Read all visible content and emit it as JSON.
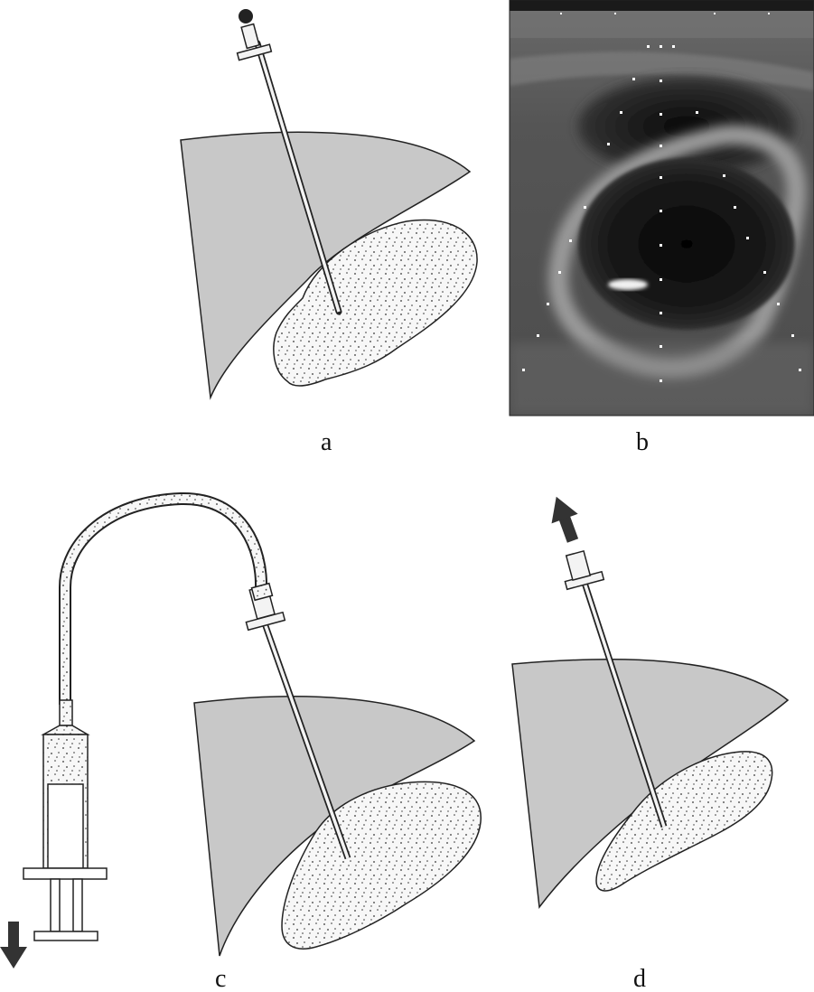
{
  "figure": {
    "panels": [
      {
        "id": "a",
        "label": "a"
      },
      {
        "id": "b",
        "label": "b"
      },
      {
        "id": "c",
        "label": "c"
      },
      {
        "id": "d",
        "label": "d"
      }
    ]
  },
  "colors": {
    "tissue": "#c8c8c8",
    "outline": "#222222",
    "stipple": "#333333",
    "ultrasound_background": "#4a4a4a",
    "ultrasound_cavity": "#0c0c0c",
    "arrow": "#333333"
  },
  "icons": [
    "down-arrow-icon",
    "up-arrow-icon"
  ]
}
